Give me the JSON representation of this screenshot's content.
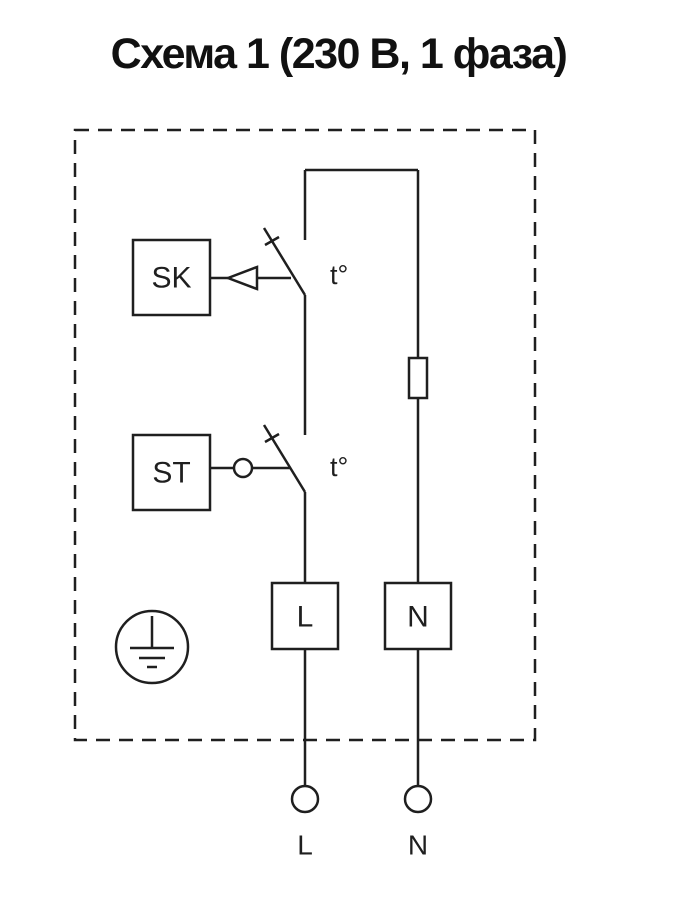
{
  "page": {
    "title": "Схема 1 (230 В, 1 фаза)"
  },
  "diagram": {
    "labels": {
      "sk": "SK",
      "st": "ST",
      "temp1": "t°",
      "temp2": "t°",
      "line_box": "L",
      "neutral_box": "N",
      "line_terminal": "L",
      "neutral_terminal": "N"
    },
    "colors": {
      "stroke": "#1f1f1f",
      "background": "#ffffff"
    }
  }
}
